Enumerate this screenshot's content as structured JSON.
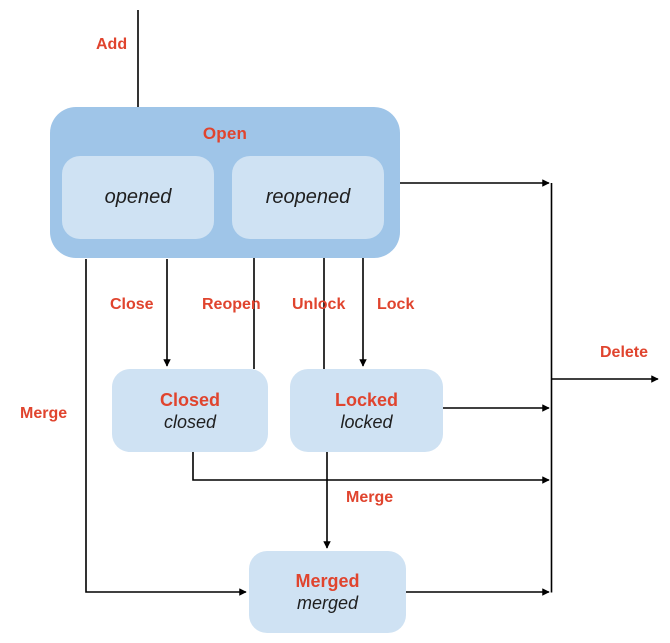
{
  "diagram": {
    "type": "state-diagram",
    "description": "Issue / merge request state lifecycle diagram"
  },
  "colors": {
    "cluster_fill": "#9fc5e8",
    "state_fill": "#cfe2f3",
    "label_red": "#e0442e",
    "state_text": "#1f1f1f",
    "edge_stroke": "#000000",
    "background": "#ffffff"
  },
  "states": {
    "open": {
      "title": "Open"
    },
    "opened": {
      "label": "opened"
    },
    "reopened": {
      "label": "reopened"
    },
    "closed": {
      "title": "Closed",
      "label": "closed"
    },
    "locked": {
      "title": "Locked",
      "label": "locked"
    },
    "merged": {
      "title": "Merged",
      "label": "merged"
    }
  },
  "transitions": {
    "add": {
      "label": "Add",
      "from": "start",
      "to": "opened"
    },
    "close": {
      "label": "Close",
      "from": "open",
      "to": "closed"
    },
    "reopen": {
      "label": "Reopen",
      "from": "closed",
      "to": "reopened"
    },
    "unlock": {
      "label": "Unlock",
      "from": "locked",
      "to": "reopened"
    },
    "lock": {
      "label": "Lock",
      "from": "reopened",
      "to": "locked"
    },
    "merge_open": {
      "label": "Merge",
      "from": "open",
      "to": "merged"
    },
    "merge_locked": {
      "label": "Merge",
      "from": "locked",
      "to": "merged"
    },
    "delete": {
      "label": "Delete",
      "from": "open, closed, locked, merged",
      "to": "end"
    }
  }
}
